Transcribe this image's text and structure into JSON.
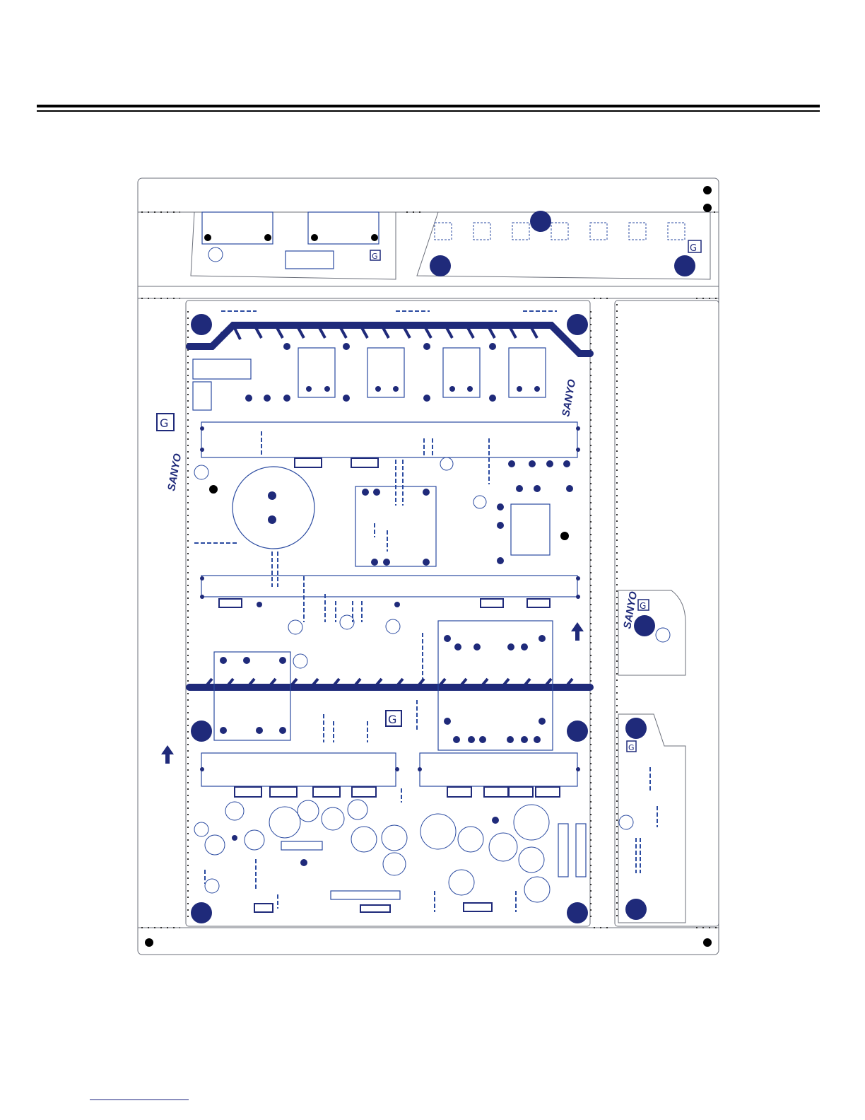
{
  "page": {
    "header_rule": "double-black"
  },
  "board": {
    "brand_text": "SANYO",
    "ground_mark": "G",
    "colors": {
      "trace": "#1f2a7a",
      "outline": "#6b6f7a",
      "pad": "#1f2a7a",
      "dashed": "#2a4aa0"
    },
    "icons": [
      "mounting-hole-icon",
      "arrow-up-icon",
      "ground-mark-icon"
    ]
  }
}
